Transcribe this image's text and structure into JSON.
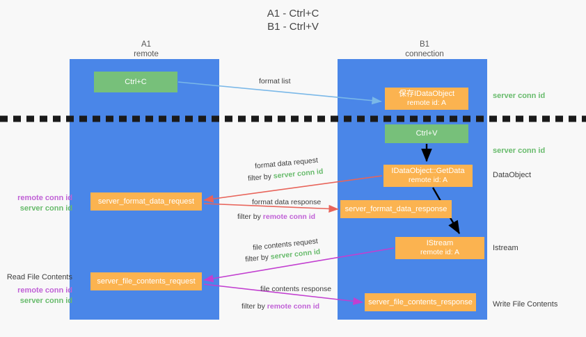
{
  "title": {
    "line1": "A1 - Ctrl+C",
    "line2": "B1 - Ctrl+V"
  },
  "lanes": [
    {
      "id": "a1",
      "name": "A1",
      "role": "remote",
      "color": "#4a86e8"
    },
    {
      "id": "b1",
      "name": "B1",
      "role": "connection",
      "color": "#4a86e8"
    }
  ],
  "boxes": {
    "ctrl_c": {
      "label": "Ctrl+C",
      "color": "#77c07a"
    },
    "ctrl_v": {
      "label": "Ctrl+V",
      "color": "#77c07a"
    },
    "save_idataobject": {
      "line1": "保存IDataObject",
      "line2": "remote id: A",
      "color": "#fbb350"
    },
    "idataobject_getdata": {
      "line1": "IDataObject::GetData",
      "line2": "remote id: A",
      "color": "#fbb350"
    },
    "istream": {
      "line1": "IStream",
      "line2": "remote id: A",
      "color": "#fbb350"
    },
    "server_format_data_request": {
      "label": "server_format_data_request",
      "color": "#fbb350"
    },
    "server_format_data_response": {
      "label": "server_format_data_response",
      "color": "#fbb350"
    },
    "server_file_contents_request": {
      "label": "server_file_contents_request",
      "color": "#fbb350"
    },
    "server_file_contents_response": {
      "label": "server_file_contents_response",
      "color": "#fbb350"
    }
  },
  "side_labels": {
    "server_conn_id_top": "server conn id",
    "server_conn_id_mid": "server conn id",
    "dataobject": "DataObject",
    "istream": "Istream",
    "write_file_contents": "Write File Contents",
    "read_file_contents": "Read File Contents",
    "remote_conn_id_a": "remote conn id",
    "server_conn_id_a": "server conn id",
    "remote_conn_id_b": "remote conn id",
    "server_conn_id_b": "server conn id"
  },
  "arrow_captions": {
    "format_list": "format list",
    "format_data_request": "format data request",
    "format_data_request_filter_prefix": "filter by ",
    "format_data_request_filter_value": "server conn id",
    "format_data_response": "format data response",
    "format_data_response_filter_prefix": "filter by ",
    "format_data_response_filter_value": "remote conn id",
    "file_contents_request": "file contents request",
    "file_contents_request_filter_prefix": "filter by ",
    "file_contents_request_filter_value": "server conn id",
    "file_contents_response": "file contents response",
    "file_contents_response_filter_prefix": "filter by ",
    "file_contents_response_filter_value": "remote conn id"
  },
  "colors": {
    "lane": "#4a86e8",
    "green_box": "#77c07a",
    "orange_box": "#fbb350",
    "green_text": "#68bb6c",
    "purple_text": "#c061d6",
    "blue_arrow": "#7ab8e8",
    "red_arrow": "#e8645a",
    "magenta_arrow": "#c23fd0",
    "black_arrow": "#000000",
    "divider": "#1a1a1a",
    "background": "#f8f8f8"
  }
}
